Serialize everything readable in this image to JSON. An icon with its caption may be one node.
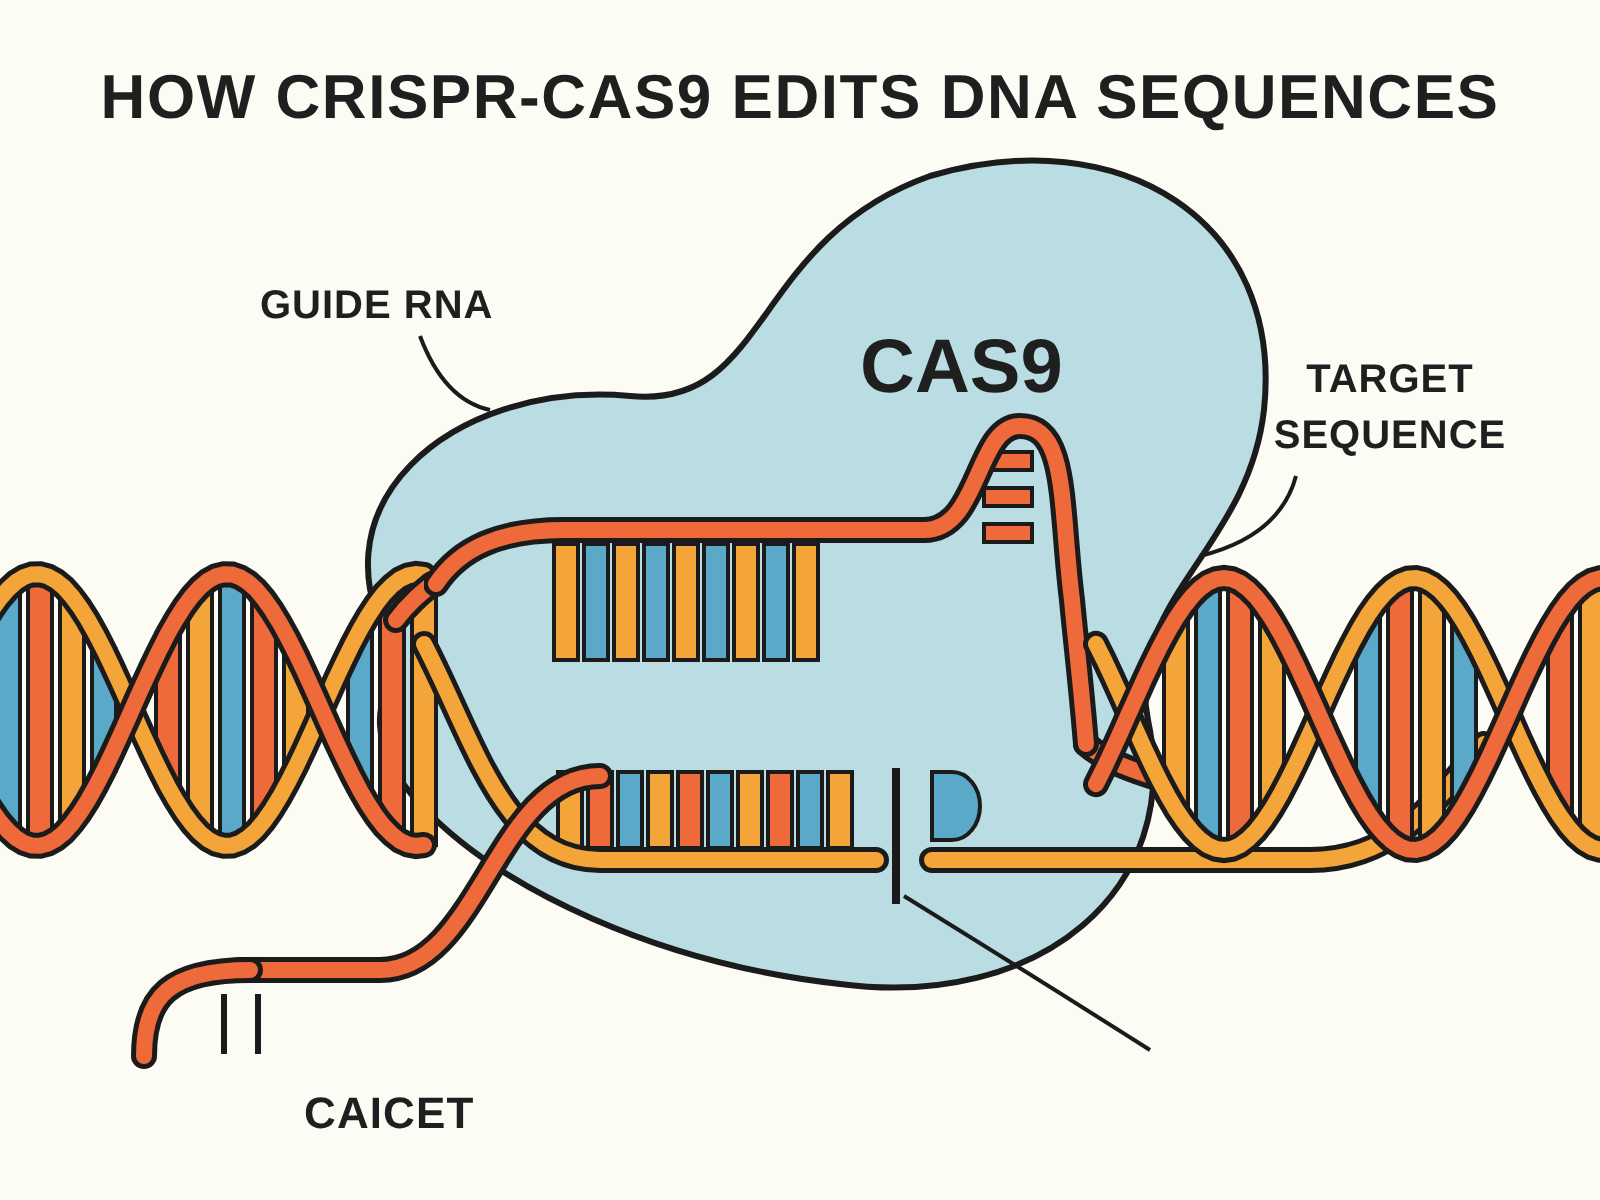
{
  "diagram": {
    "title": "HOW CRISPR-CAS9 EDITS DNA SEQUENCES",
    "nodes": [
      {
        "text": [
          "GUIDE RNA"
        ]
      },
      {
        "text": [
          "CAS9"
        ]
      },
      {
        "text": [
          "TARGET SEQUENCE"
        ]
      },
      {
        "text": [],
        "shape": "picture",
        "in": 1
      },
      {
        "text": [],
        "shape": "picture"
      },
      {
        "text": [],
        "shape": "bar",
        "in": 1
      }
    ],
    "edges": [
      {
        "from": 0,
        "to": 3,
        "arrow": "none"
      },
      {
        "from": 2,
        "to": 4,
        "arrow": "none"
      },
      {
        "from": 5,
        "to": null,
        "arrow": "none"
      }
    ],
    "labels": [
      "CAICET"
    ]
  }
}
